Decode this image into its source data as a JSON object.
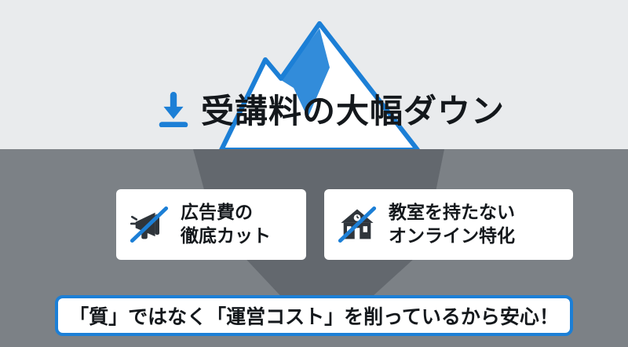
{
  "title": {
    "icon": "down-arrow-icon",
    "text": "受講料の大幅ダウン"
  },
  "cards": [
    {
      "icon": "megaphone-icon",
      "line1": "広告費の",
      "line2": "徹底カット"
    },
    {
      "icon": "school-icon",
      "line1": "教室を持たない",
      "line2": "オンライン特化"
    }
  ],
  "banner": {
    "text": "「質」ではなく「運営コスト」を削っているから安心！"
  },
  "colors": {
    "accent_blue": "#1c7fd6",
    "sky": "#e9ebed",
    "water": "#7c8186",
    "iceberg_below": "#63686e",
    "card_bg": "#ffffff",
    "text_dark": "#14181c",
    "icon_dark": "#2f353b"
  }
}
